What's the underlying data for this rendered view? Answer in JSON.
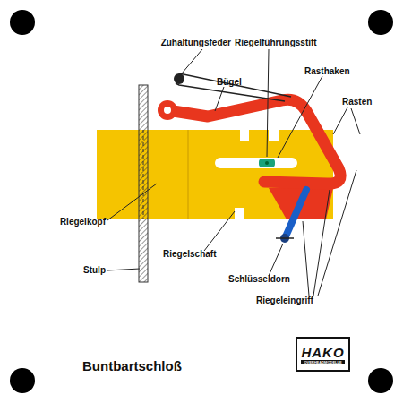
{
  "diagram": {
    "title": "Buntbartschloß",
    "nodes": [
      {
        "text": [
          "HAKO",
          "OVERHEADMODELLE"
        ]
      }
    ],
    "labels": [
      "Zuhaltungsfeder",
      "Riegelführungsstift",
      "Bügel",
      "Rasthaken",
      "Rasten",
      "Riegelkopf",
      "Riegelschaft",
      "Stulp",
      "Schlüsseldorn",
      "Riegeleingriff"
    ]
  }
}
